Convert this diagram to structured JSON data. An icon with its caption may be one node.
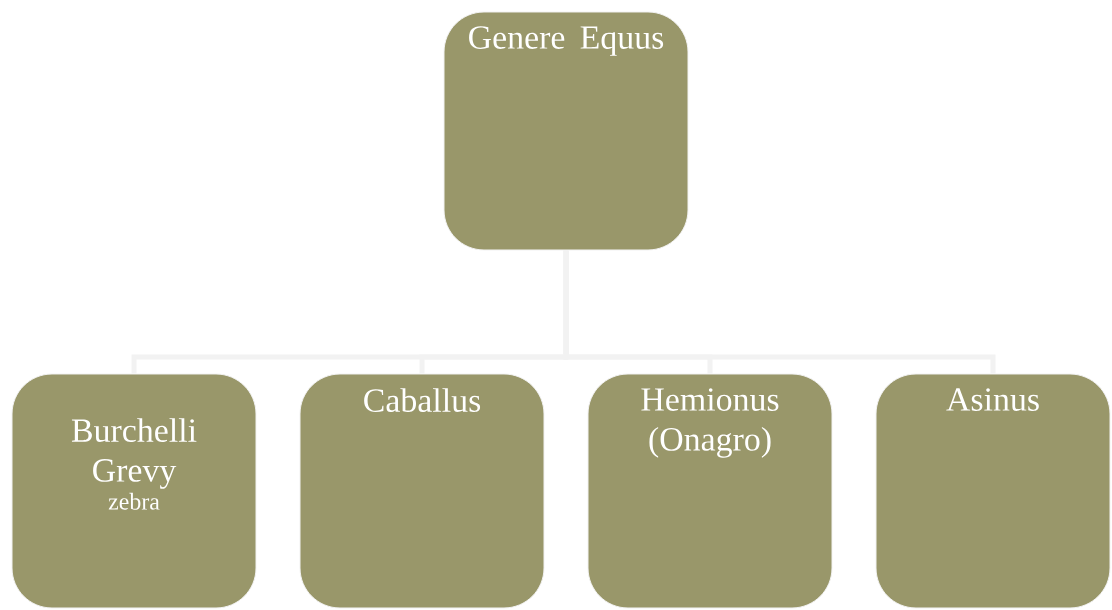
{
  "diagram": {
    "nodes": [
      {
        "text": [
          "Genere Equus"
        ]
      },
      {
        "text": [
          "Burchelli Grevy",
          "zebra"
        ]
      },
      {
        "text": [
          "Caballus"
        ]
      },
      {
        "text": [
          "Hemionus (Onagro)"
        ]
      },
      {
        "text": [
          "Asinus"
        ]
      }
    ],
    "edges": [
      {
        "from": 0,
        "to": 1,
        "arrow": "none"
      },
      {
        "from": 0,
        "to": 2,
        "arrow": "none"
      },
      {
        "from": 0,
        "to": 3,
        "arrow": "none"
      },
      {
        "from": 0,
        "to": 4,
        "arrow": "none"
      }
    ]
  }
}
